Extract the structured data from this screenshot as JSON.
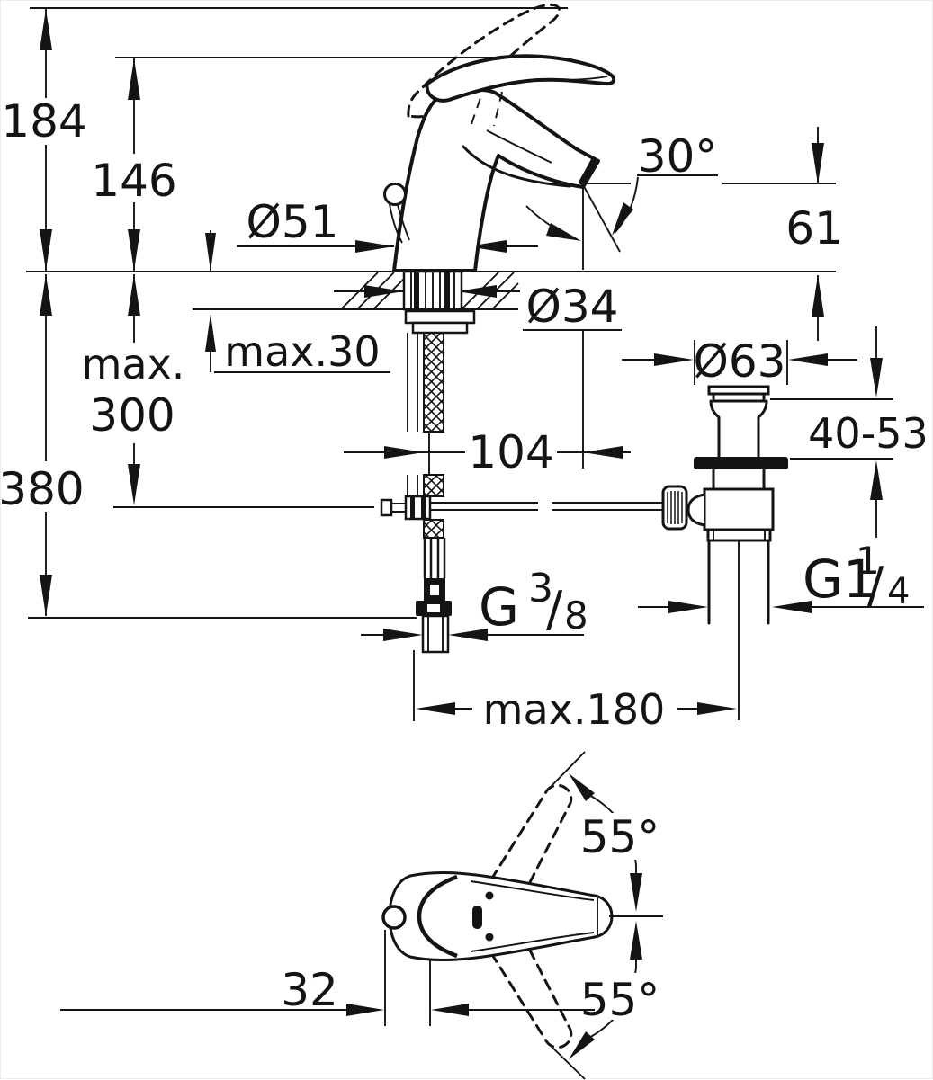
{
  "drawing": {
    "labels": {
      "total_height": "184",
      "spout_height": "146",
      "base_diameter": "Ø51",
      "spray_angle": "30°",
      "spout_to_deck": "61",
      "hole_diameter": "Ø34",
      "deck_thickness": "max.30",
      "hose_reach_line1": "max.",
      "hose_reach_line2": "300",
      "total_depth": "380",
      "spout_reach": "104",
      "waste_diameter": "Ø63",
      "basin_thickness": "40-53",
      "rod_reach": "max.180",
      "swing_upper": "55°",
      "swing_lower": "55°",
      "handle_offset": "32",
      "supply_thread": {
        "base": "G",
        "numerator": "3",
        "slash": "/",
        "denominator": "8"
      },
      "waste_thread": {
        "base": "G1",
        "numerator": "1",
        "slash": "/",
        "denominator": "4"
      }
    },
    "colors": {
      "ink": "#141414",
      "background": "#ffffff"
    }
  }
}
